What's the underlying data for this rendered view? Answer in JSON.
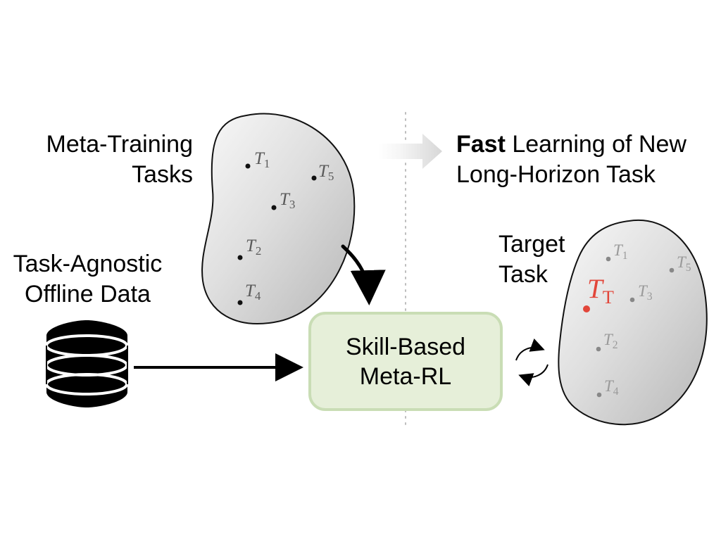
{
  "labels": {
    "meta_training": [
      "Meta-Training",
      "Tasks"
    ],
    "task_agnostic": [
      "Task-Agnostic",
      "Offline Data"
    ],
    "fast_learning": {
      "bold": "Fast",
      "rest": " Learning of New",
      "line2": "Long-Horizon Task"
    },
    "target_task": [
      "Target",
      "Task"
    ],
    "skill_box": [
      "Skill-Based",
      "Meta-RL"
    ]
  },
  "meta_training_tasks": [
    {
      "label": "T",
      "sub": "1"
    },
    {
      "label": "T",
      "sub": "5"
    },
    {
      "label": "T",
      "sub": "3"
    },
    {
      "label": "T",
      "sub": "2"
    },
    {
      "label": "T",
      "sub": "4"
    }
  ],
  "target_tasks": [
    {
      "label": "T",
      "sub": "1"
    },
    {
      "label": "T",
      "sub": "5"
    },
    {
      "label": "T",
      "sub": "3"
    },
    {
      "label": "T",
      "sub": "2"
    },
    {
      "label": "T",
      "sub": "4"
    }
  ],
  "target_highlight": {
    "label": "T",
    "sub": "T"
  },
  "colors": {
    "blob_fill_light": "#f7f7f7",
    "blob_fill_dark": "#bdbdbd",
    "blob_stroke": "#111111",
    "dot_dark": "#111111",
    "dot_gray": "#888888",
    "highlight": "#e2463a",
    "box_fill": "#e6efd9",
    "box_stroke": "#c9ddb5",
    "divider": "#bdbdbd",
    "fast_arrow": "#e8e8e8"
  }
}
